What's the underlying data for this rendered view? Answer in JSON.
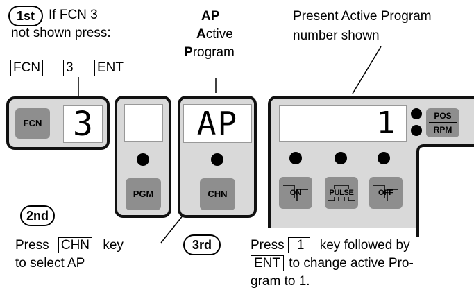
{
  "step1": {
    "badge": "1st",
    "line1": "If FCN  3",
    "line2": "not shown press:",
    "keys": [
      "FCN",
      "3",
      "ENT"
    ]
  },
  "ap_label": {
    "title": "AP",
    "line2_initial": "A",
    "line2_rest": "ctive",
    "line3_initial": "P",
    "line3_rest": "rogram"
  },
  "present_label": {
    "line1": "Present  Active Program",
    "line2": "number shown"
  },
  "panel_fcn": {
    "button": "FCN",
    "display": "3"
  },
  "panel_pgm": {
    "button": "PGM"
  },
  "panel_chn": {
    "display": "AP",
    "button": "CHN"
  },
  "panel_main": {
    "display": "1",
    "pos": "POS",
    "rpm": "RPM",
    "buttons": [
      "ON",
      "PULSE",
      "OFF"
    ]
  },
  "step2": {
    "badge": "2nd",
    "line1_pre": "Press",
    "key": "CHN",
    "line1_post": "key",
    "line2": "to select  AP"
  },
  "step3": {
    "badge": "3rd",
    "line1_pre": "Press",
    "key1": "1",
    "line1_post": "key followed by",
    "key2": "ENT",
    "line2_post": "to change active Pro-",
    "line3": "gram to 1."
  }
}
